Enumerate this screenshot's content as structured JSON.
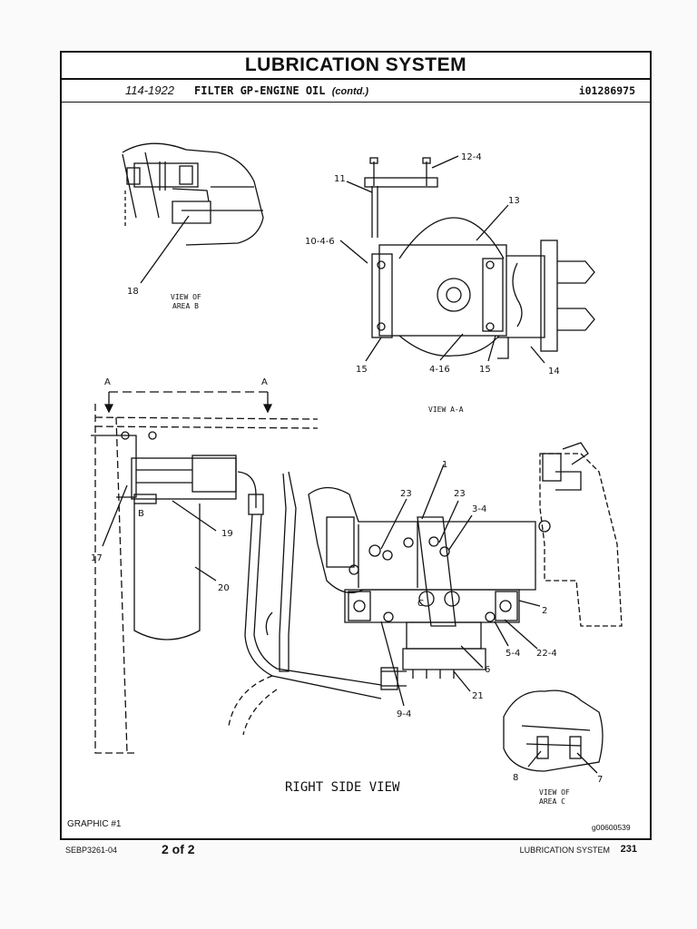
{
  "header": {
    "title": "LUBRICATION SYSTEM",
    "part_number": "114-1922",
    "group_name": "FILTER GP-ENGINE OIL",
    "continued": "(contd.)",
    "illustration_id": "i01286975"
  },
  "views": {
    "area_b": "VIEW OF\nAREA B",
    "area_b_l1": "VIEW OF",
    "area_b_l2": "AREA B",
    "section_aa": "VIEW A-A",
    "right_side": "RIGHT SIDE VIEW",
    "area_c_l1": "VIEW OF",
    "area_c_l2": "AREA C"
  },
  "section_markers": {
    "left": "A",
    "right": "A",
    "detail_b": "B",
    "detail_c": "C"
  },
  "callouts": {
    "c12_4": "12-4",
    "c11": "11",
    "c13": "13",
    "c10_4_6": "10-4-6",
    "c15a": "15",
    "c4_16": "4-16",
    "c15b": "15",
    "c14": "14",
    "c18": "18",
    "c1": "1",
    "c23a": "23",
    "c23b": "23",
    "c3_4": "3-4",
    "c19": "19",
    "c17": "17",
    "c20": "20",
    "c2": "2",
    "c5_4": "5-4",
    "c22_4": "22-4",
    "c6": "6",
    "c21": "21",
    "c9_4": "9-4",
    "c8": "8",
    "c7": "7"
  },
  "graphic_label": "GRAPHIC #1",
  "graphic_id": "g00600539",
  "footer": {
    "doc_id": "SEBP3261-04",
    "page_of": "2 of 2",
    "section": "LUBRICATION SYSTEM",
    "page_number": "231"
  }
}
